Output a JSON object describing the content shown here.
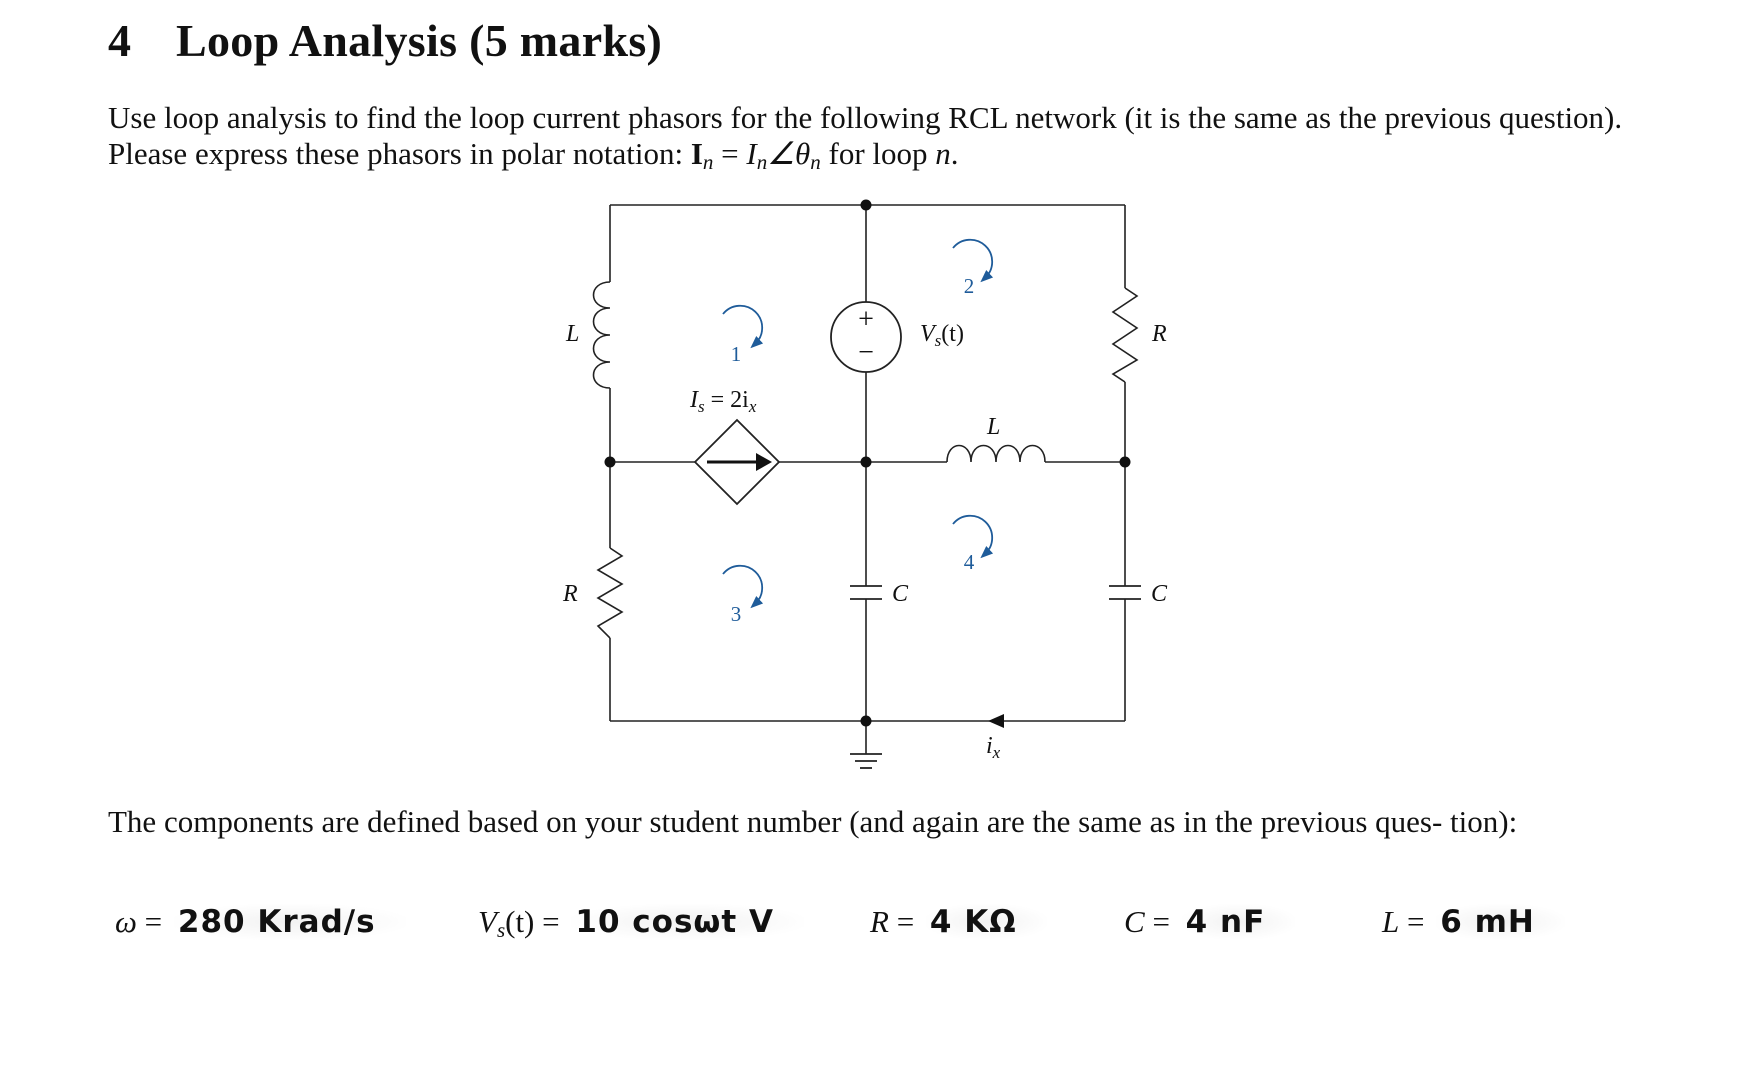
{
  "section": {
    "number": "4",
    "title": "Loop Analysis (5 marks)"
  },
  "intro": {
    "text_part1": "Use loop analysis to find the loop current phasors for the following RCL network (it is the same as the previous question). Please express these phasors in polar notation: ",
    "formula_lhs": "I",
    "formula_lhs_sub": "n",
    "formula_eq": " = ",
    "formula_rhs": "I",
    "formula_rhs_sub": "n",
    "formula_angle": "∠θ",
    "formula_angle_sub": "n",
    "text_part2": " for loop ",
    "loop_var": "n",
    "text_end": "."
  },
  "circuit": {
    "labels": {
      "left_inductor": "L",
      "right_resistor": "R",
      "left_resistor": "R",
      "mid_inductor": "L",
      "mid_capacitor": "C",
      "right_capacitor": "C",
      "current_source": "I",
      "current_source_sub": "s",
      "current_source_expr": " = 2i",
      "current_source_expr_sub": "x",
      "voltage_source": "V",
      "voltage_source_sub": "s",
      "voltage_source_arg": "(t)",
      "current_ix": "i",
      "current_ix_sub": "x",
      "plus": "+",
      "minus": "−"
    },
    "loops": [
      "1",
      "2",
      "3",
      "4"
    ],
    "colors": {
      "wire": "#222222",
      "loop_arrow": "#1f5c9a"
    }
  },
  "components_intro": {
    "text": "The components are defined based on your student number (and again are the same as in the previous ques- tion):"
  },
  "values": [
    {
      "symbol": "ω",
      "eq": " = ",
      "value": "280 Krad/s"
    },
    {
      "symbol": "V",
      "symbol_sub": "s",
      "symbol_arg": "(t)",
      "eq": " = ",
      "value": "10 cosωt  V"
    },
    {
      "symbol": "R",
      "eq": " = ",
      "value": "4 KΩ"
    },
    {
      "symbol": "C",
      "eq": " = ",
      "value": "4 nF"
    },
    {
      "symbol": "L",
      "eq": " = ",
      "value": "6 mH"
    }
  ]
}
